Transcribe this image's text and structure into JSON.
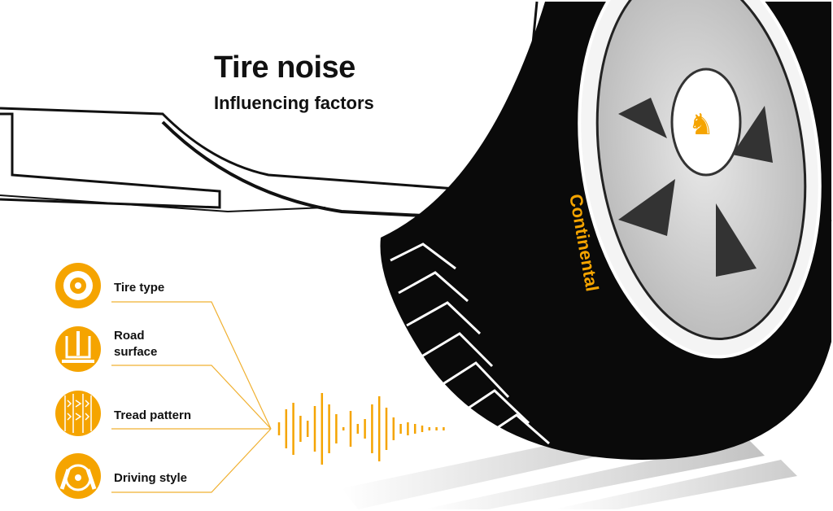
{
  "header": {
    "title": "Tire noise",
    "subtitle": "Influencing factors"
  },
  "factors": [
    {
      "label": "Tire type",
      "icon": "tire-icon"
    },
    {
      "label": "Road surface",
      "line1": "Road",
      "line2": "surface",
      "icon": "road-icon"
    },
    {
      "label": "Tread pattern",
      "icon": "tread-icon"
    },
    {
      "label": "Driving style",
      "icon": "driver-icon"
    }
  ],
  "brand": {
    "sidewall_text": "Continental"
  },
  "colors": {
    "accent": "#f5a400",
    "tire": "#0a0a0a",
    "line": "#f0b030"
  }
}
